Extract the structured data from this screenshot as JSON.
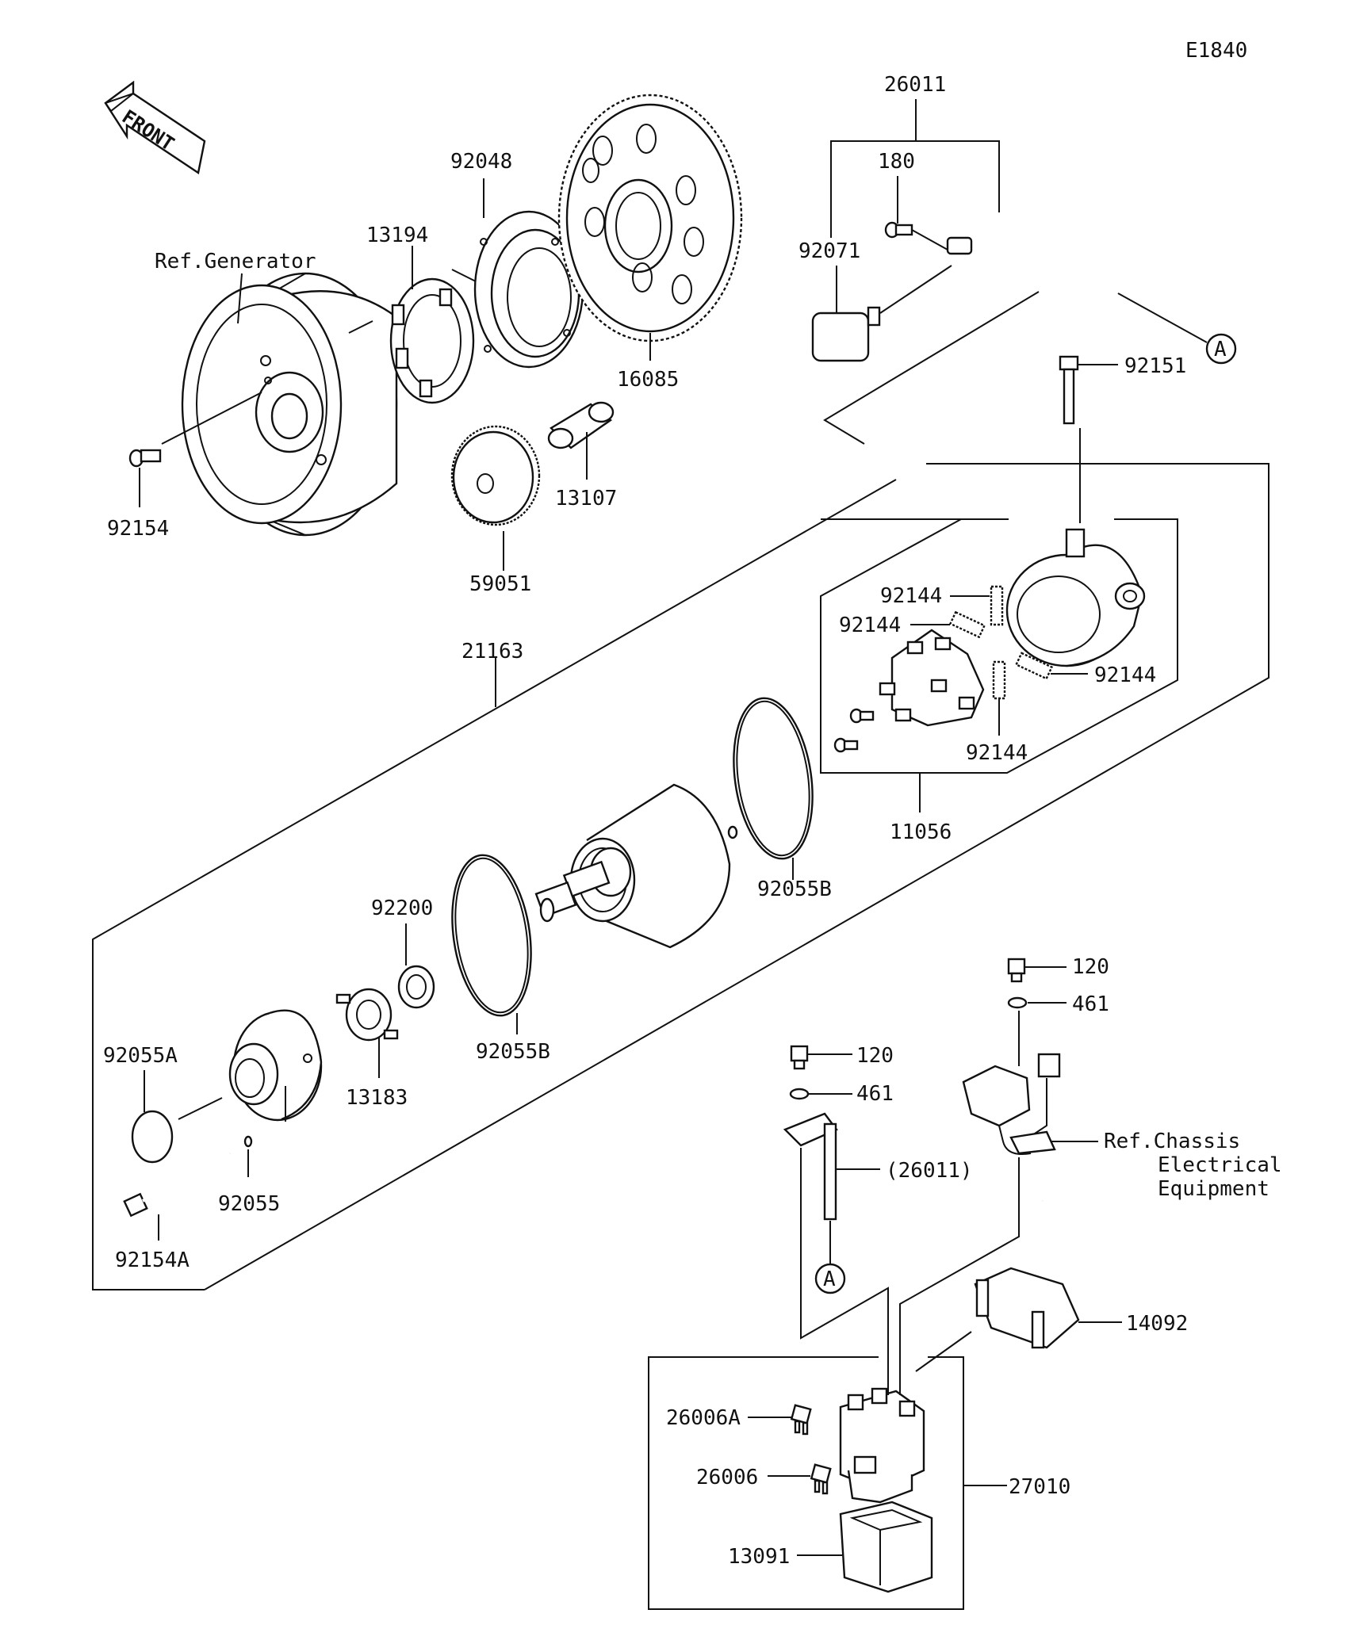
{
  "diagram": {
    "code": "E1840",
    "front_label": "FRONT",
    "connector_a": "A",
    "ref_generator": "Ref.Generator",
    "ref_chassis": [
      "Ref.Chassis",
      "Electrical",
      "Equipment"
    ],
    "labels": {
      "p26011": "26011",
      "p180": "180",
      "p92071": "92071",
      "p92048": "92048",
      "p13194": "13194",
      "p16085": "16085",
      "p92151": "92151",
      "p92154": "92154",
      "p13107": "13107",
      "p59051": "59051",
      "p21163": "21163",
      "p92144_1": "92144",
      "p92144_2": "92144",
      "p92144_3": "92144",
      "p92144_4": "92144",
      "p11056": "11056",
      "p92055B_1": "92055B",
      "p92200": "92200",
      "p92055B_2": "92055B",
      "p120_1": "120",
      "p461_1": "461",
      "p120_2": "120",
      "p461_2": "461",
      "p26011_paren": "(26011)",
      "p92055A": "92055A",
      "p13183": "13183",
      "p92055": "92055",
      "p92154A": "92154A",
      "p14092": "14092",
      "p26006A": "26006A",
      "p26006": "26006",
      "p27010": "27010",
      "p13091": "13091"
    }
  }
}
